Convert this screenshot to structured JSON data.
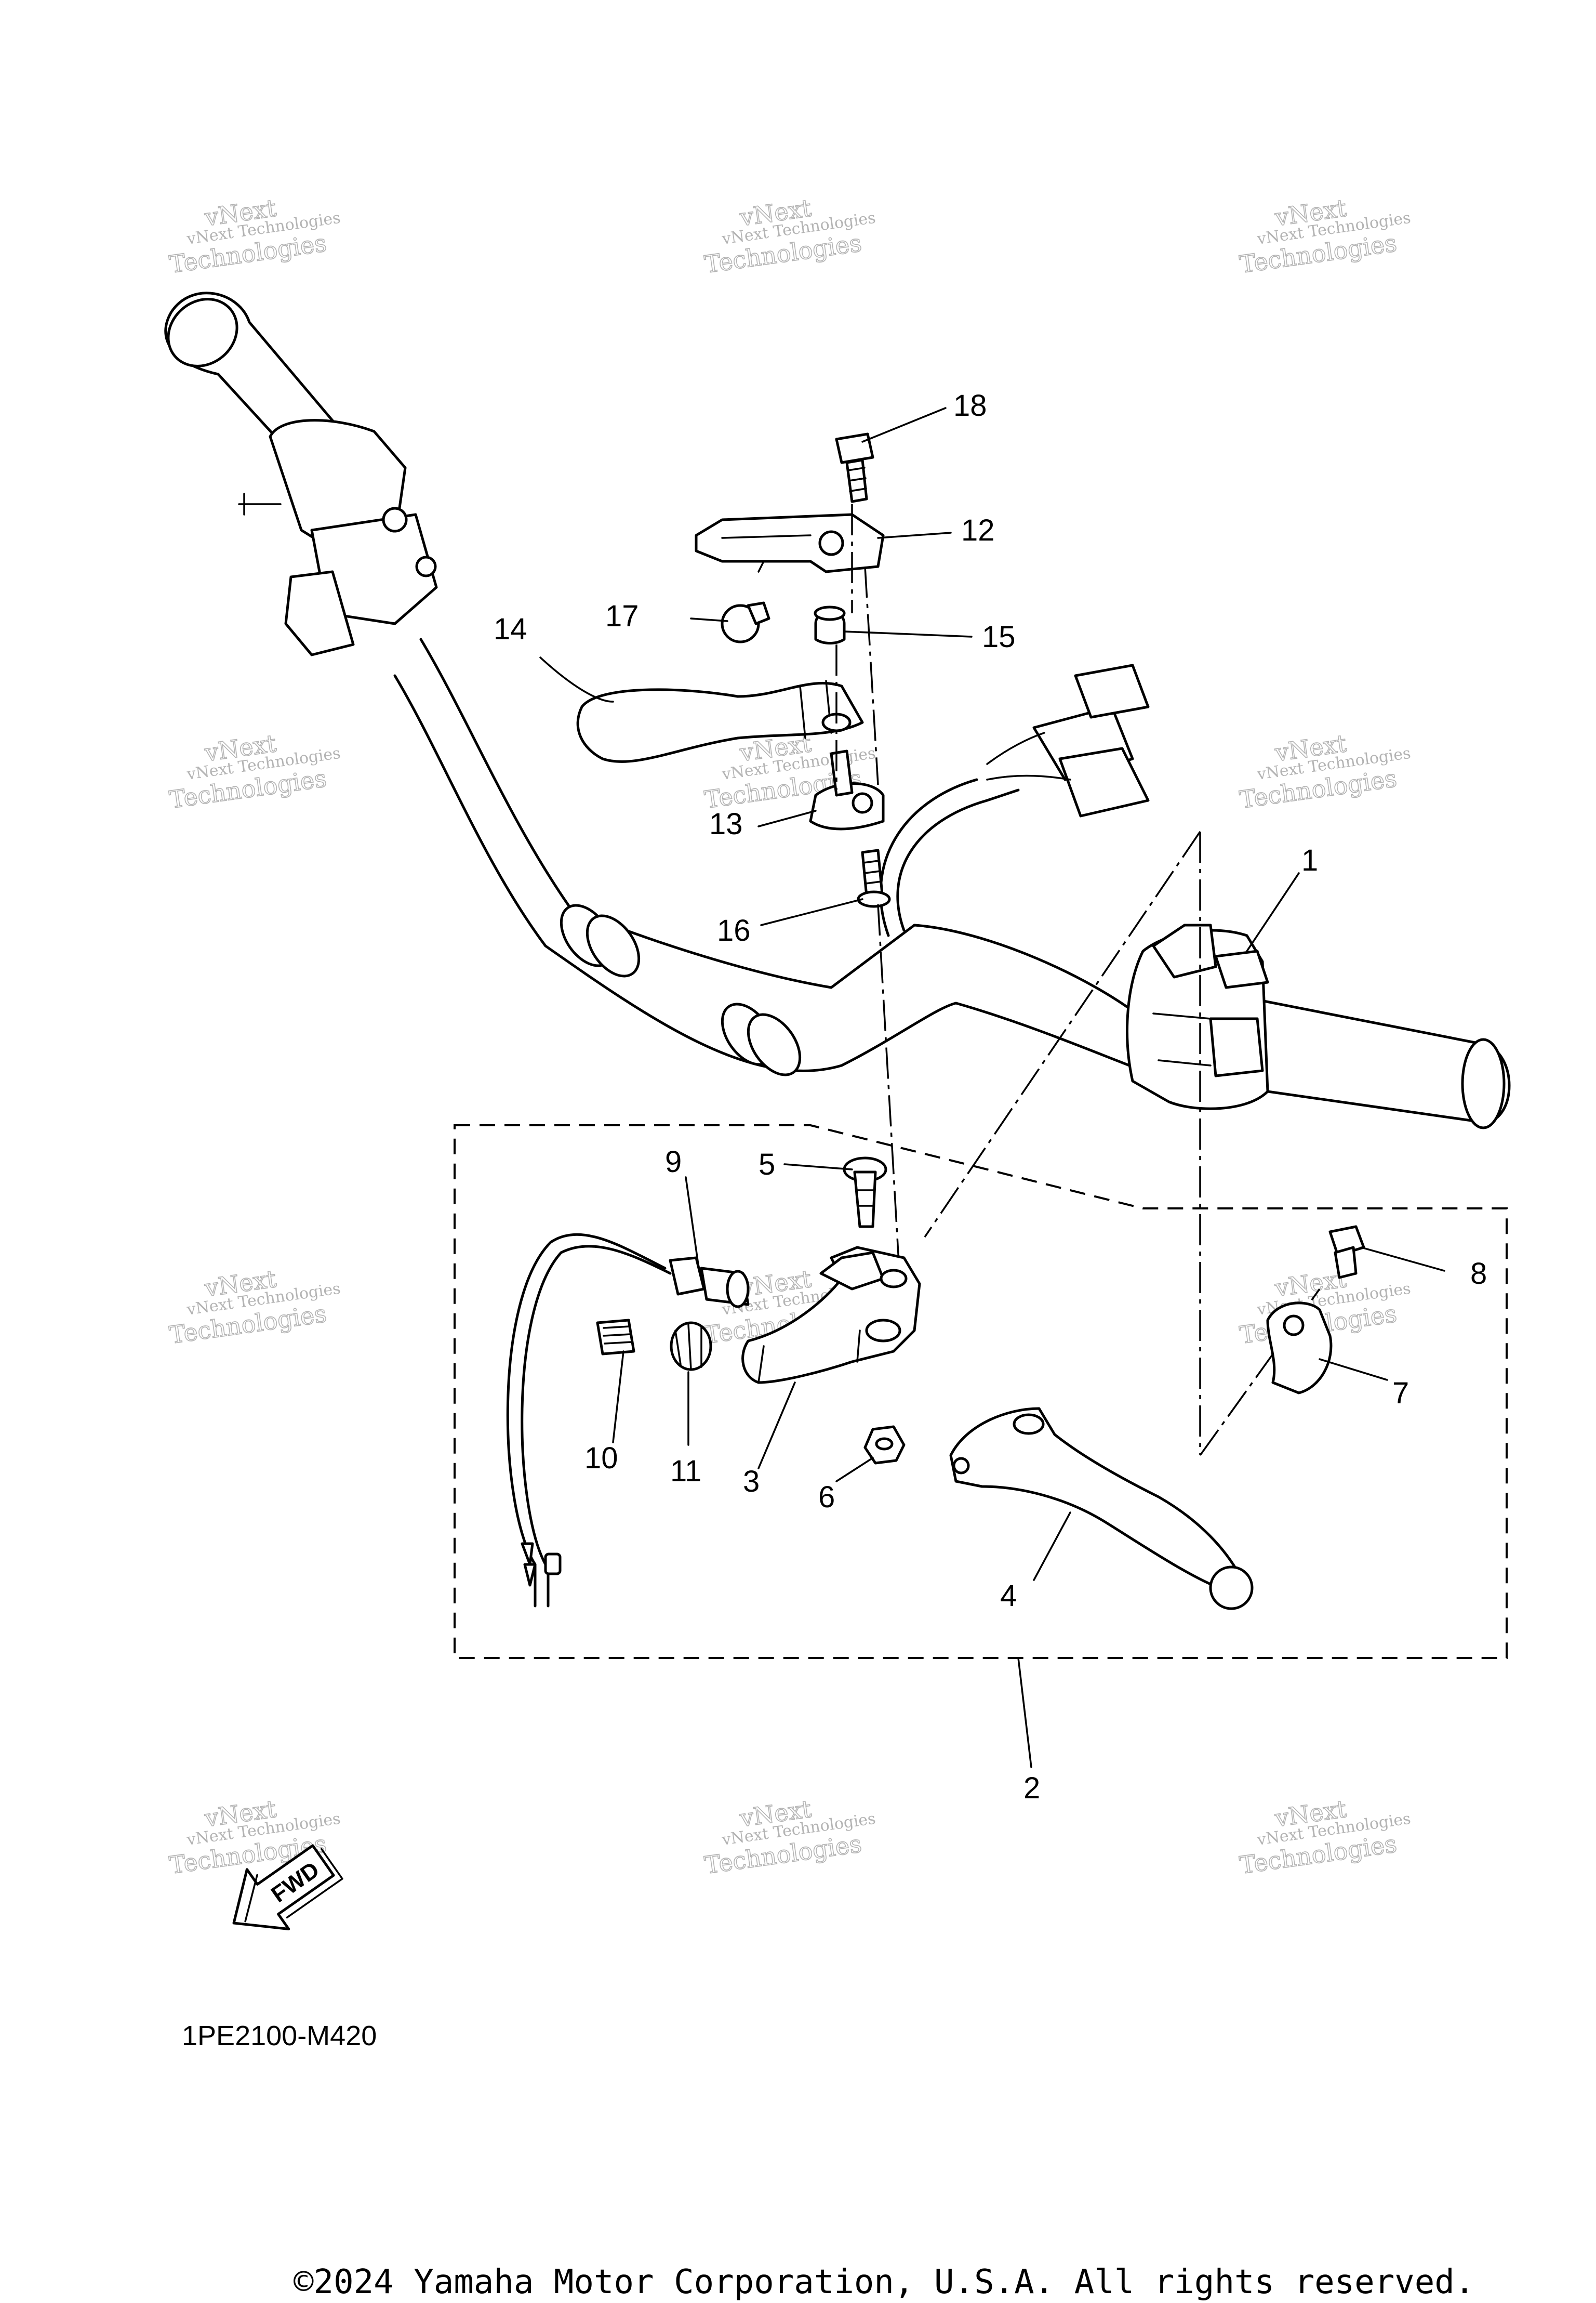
{
  "diagram": {
    "part_code": "1PE2100-M420",
    "copyright": "©2024 Yamaha Motor Corporation, U.S.A. All rights reserved.",
    "fwd_label": "FWD",
    "watermark": {
      "line1": "vNext Technologies",
      "line2": "Technologies",
      "line3": "vNext"
    },
    "callouts": [
      {
        "id": "1",
        "label": "1"
      },
      {
        "id": "2",
        "label": "2"
      },
      {
        "id": "3",
        "label": "3"
      },
      {
        "id": "4",
        "label": "4"
      },
      {
        "id": "5",
        "label": "5"
      },
      {
        "id": "6",
        "label": "6"
      },
      {
        "id": "7",
        "label": "7"
      },
      {
        "id": "8",
        "label": "8"
      },
      {
        "id": "9",
        "label": "9"
      },
      {
        "id": "10",
        "label": "10"
      },
      {
        "id": "11",
        "label": "11"
      },
      {
        "id": "12",
        "label": "12"
      },
      {
        "id": "13",
        "label": "13"
      },
      {
        "id": "14",
        "label": "14"
      },
      {
        "id": "15",
        "label": "15"
      },
      {
        "id": "16",
        "label": "16"
      },
      {
        "id": "17",
        "label": "17"
      },
      {
        "id": "18",
        "label": "18"
      }
    ]
  }
}
